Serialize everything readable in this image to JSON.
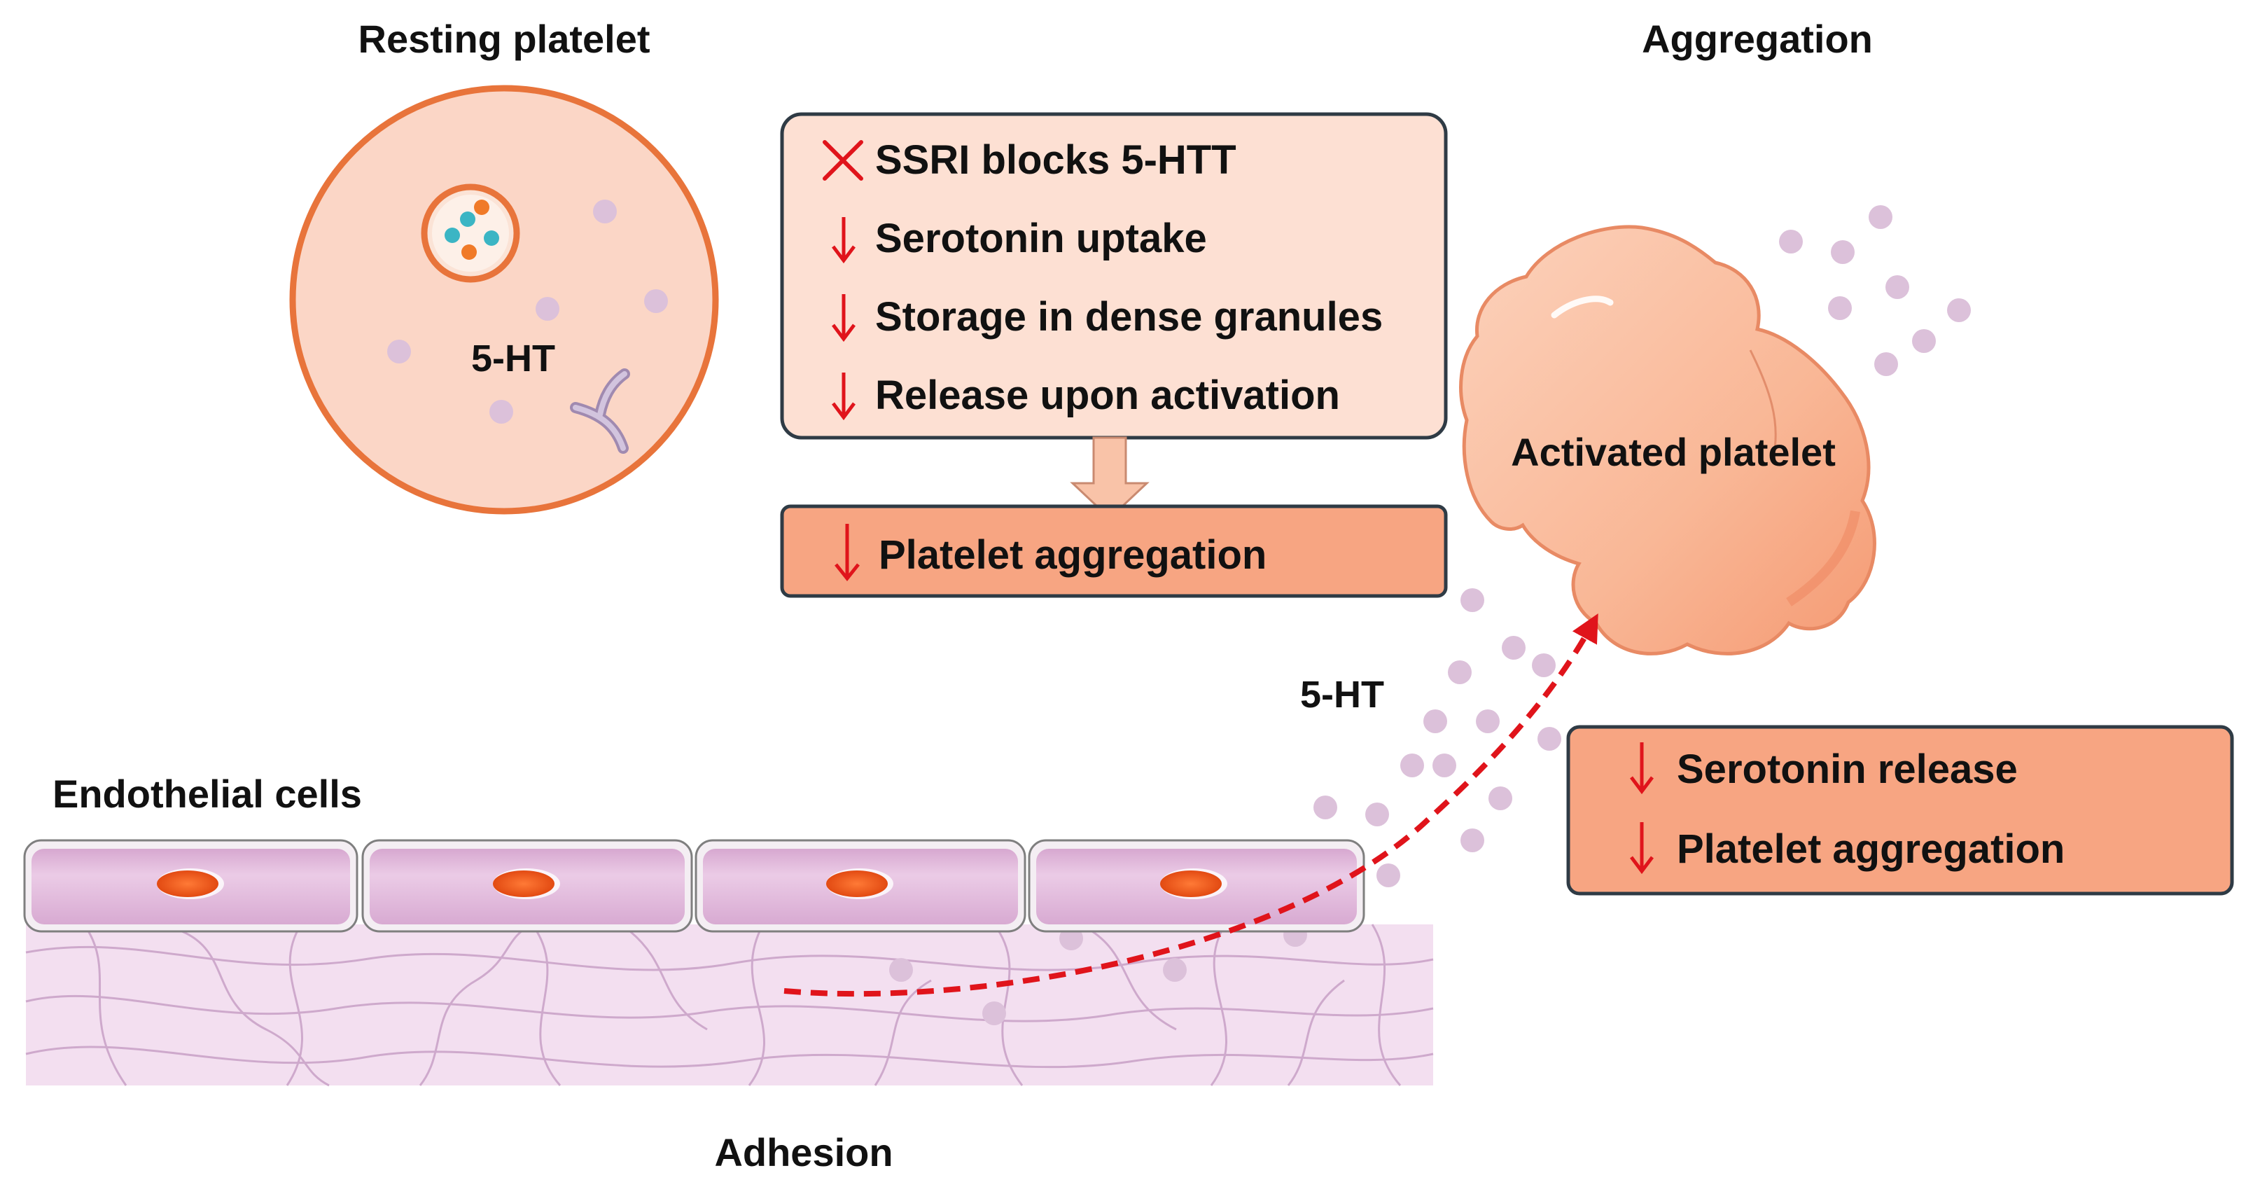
{
  "labels": {
    "resting_platelet": "Resting platelet",
    "aggregation": "Aggregation",
    "endothelial_cells": "Endothelial cells",
    "adhesion": "Adhesion",
    "activated_platelet": "Activated platelet",
    "five_ht_in_platelet": "5-HT",
    "five_ht_near_arrow": "5-HT"
  },
  "mechanism_box": {
    "items": [
      {
        "marker": "cross",
        "text": "SSRI blocks 5-HTT"
      },
      {
        "marker": "down",
        "text": "Serotonin uptake"
      },
      {
        "marker": "down",
        "text": "Storage in dense granules"
      },
      {
        "marker": "down",
        "text": "Release upon activation"
      }
    ]
  },
  "result_box": {
    "marker": "down",
    "text": "Platelet aggregation"
  },
  "effects_box": {
    "items": [
      {
        "marker": "down",
        "text": "Serotonin release"
      },
      {
        "marker": "down",
        "text": "Platelet aggregation"
      }
    ]
  },
  "colors": {
    "platelet_fill": "#fbd6c6",
    "platelet_stroke": "#e8743b",
    "box_light": "#fde0d3",
    "box_dark": "#f7a582",
    "box_stroke": "#2f3b45",
    "serotonin_dot": "#dcc1da",
    "arrow_red": "#e0141b",
    "endothelial_fill": "#e2bcdc",
    "nucleus": "#f0561c",
    "tissue": "#f3dff0",
    "tissue_line": "#c8a0c6",
    "granule_teal": "#3bb5c4",
    "granule_orange": "#f07a28"
  }
}
